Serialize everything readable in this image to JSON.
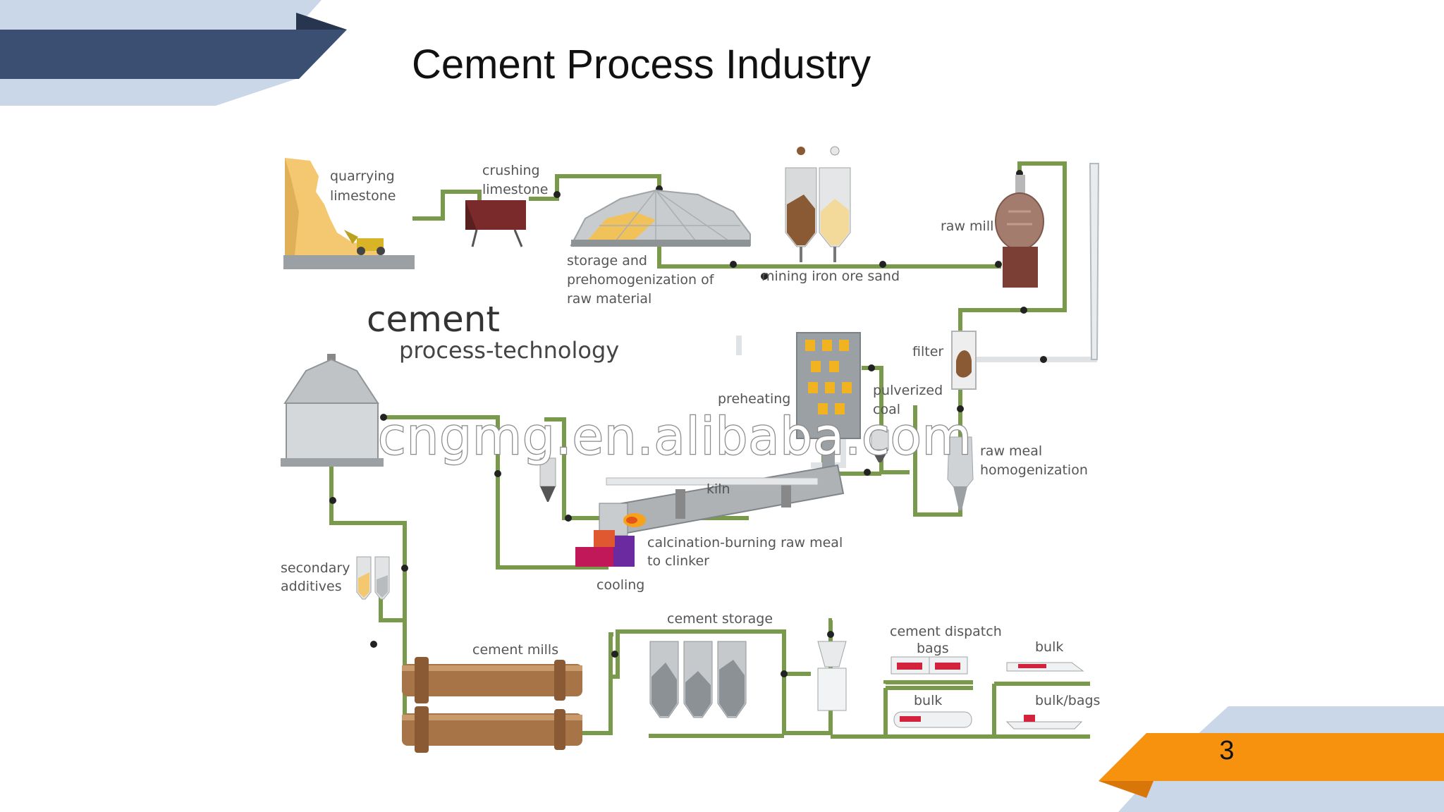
{
  "slide": {
    "title": "Cement Process Industry",
    "page_number": "3"
  },
  "colors": {
    "dark_navy": "#3b4f72",
    "light_blue": "#cad7e8",
    "orange": "#f7920f",
    "dark_orange": "#d9760a",
    "pipe_green": "#7a9a4b",
    "brown": "#8a5a34"
  },
  "diagram": {
    "heading": "cement",
    "subheading": "process-technology",
    "watermark": "cngmg.en.alibaba.com",
    "labels": {
      "quarrying_1": "quarrying",
      "quarrying_2": "limestone",
      "crushing_1": "crushing",
      "crushing_2": "limestone",
      "storage_1": "storage and",
      "storage_2": "prehomogenization of",
      "storage_3": "raw material",
      "mining": "mining iron ore sand",
      "raw_mill": "raw mill",
      "filter": "filter",
      "preheating": "preheating",
      "pulverized_1": "pulverized",
      "pulverized_2": "coal",
      "meal_1": "raw meal",
      "meal_2": "homogenization",
      "kiln": "kiln",
      "calcination_1": "calcination-burning raw meal",
      "calcination_2": "to clinker",
      "cooling": "cooling",
      "secondary_1": "secondary",
      "secondary_2": "additives",
      "cement_mills": "cement mills",
      "cement_storage": "cement storage",
      "dispatch_1": "cement dispatch",
      "dispatch_2": "bags",
      "bulk_a": "bulk",
      "bulk_b": "bulk",
      "bulk_bags": "bulk/bags"
    }
  }
}
